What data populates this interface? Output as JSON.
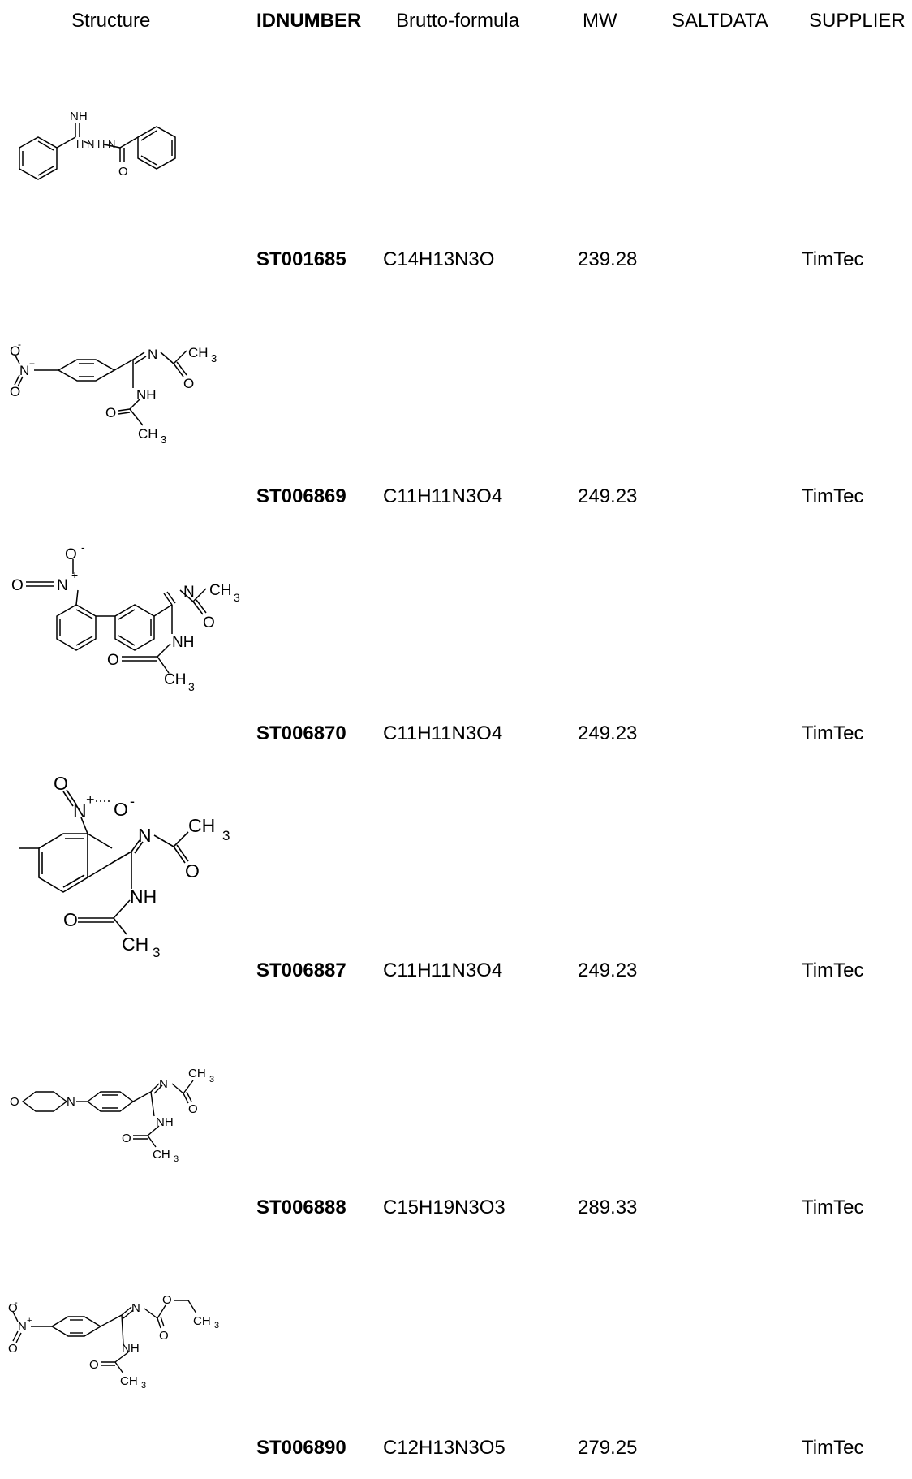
{
  "table": {
    "headers": {
      "structure": "Structure",
      "idnumber": "IDNUMBER",
      "formula": "Brutto-formula",
      "mw": "MW",
      "saltdata": "SALTDATA",
      "supplier": "SUPPLIER"
    },
    "rows": [
      {
        "id": "ST001685",
        "formula": "C14H13N3O",
        "mw": "239.28",
        "saltdata": "",
        "supplier": "TimTec",
        "structure_labels": {
          "nh": "NH",
          "nhnh": "H N H N",
          "o": "O"
        }
      },
      {
        "id": "ST006869",
        "formula": "C11H11N3O4",
        "mw": "249.23",
        "saltdata": "",
        "supplier": "TimTec",
        "structure_labels": {
          "ominus": "O",
          "minus": "-",
          "nplus": "N",
          "plus": "+",
          "o2": "O",
          "n": "N",
          "ch3a": "CH",
          "sub3a": "3",
          "oa": "O",
          "nh": "NH",
          "ob": "O",
          "ch3b": "CH",
          "sub3b": "3"
        }
      },
      {
        "id": "ST006870",
        "formula": "C11H11N3O4",
        "mw": "249.23",
        "saltdata": "",
        "supplier": "TimTec",
        "structure_labels": {
          "ominus": "O",
          "minus": "-",
          "o2": "O",
          "nplus": "N",
          "plus": "+",
          "n": "N",
          "ch3a": "CH",
          "sub3a": "3",
          "oa": "O",
          "nh": "NH",
          "ob": "O",
          "ch3b": "CH",
          "sub3b": "3"
        }
      },
      {
        "id": "ST006887",
        "formula": "C11H11N3O4",
        "mw": "249.23",
        "saltdata": "",
        "supplier": "TimTec",
        "structure_labels": {
          "o1": "O",
          "nplus": "N",
          "plus": "+",
          "ominus": "O",
          "minus": "-",
          "n": "N",
          "ch3a": "CH",
          "sub3a": "3",
          "oa": "O",
          "nh": "NH",
          "ob": "O",
          "ch3b": "CH",
          "sub3b": "3"
        }
      },
      {
        "id": "ST006888",
        "formula": "C15H19N3O3",
        "mw": "289.33",
        "saltdata": "",
        "supplier": "TimTec",
        "structure_labels": {
          "o": "O",
          "nring": "N",
          "n": "N",
          "ch3a": "CH",
          "sub3a": "3",
          "oa": "O",
          "nh": "NH",
          "ob": "O",
          "ch3b": "CH",
          "sub3b": "3"
        }
      },
      {
        "id": "ST006890",
        "formula": "C12H13N3O5",
        "mw": "279.25",
        "saltdata": "",
        "supplier": "TimTec",
        "structure_labels": {
          "ominus": "O",
          "minus": "-",
          "nplus": "N",
          "plus": "+",
          "o2": "O",
          "n": "N",
          "oe": "O",
          "ch3a": "CH",
          "sub3a": "3",
          "oa": "O",
          "nh": "NH",
          "ob": "O",
          "ch3b": "CH",
          "sub3b": "3"
        }
      }
    ]
  }
}
